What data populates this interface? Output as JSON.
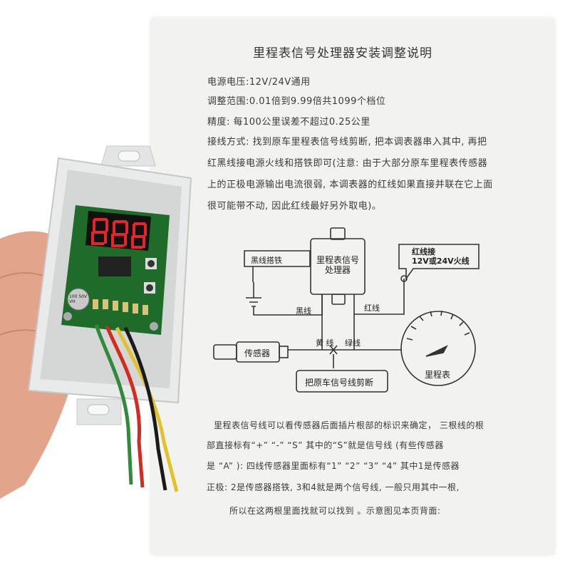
{
  "document": {
    "title": "里程表信号处理器安装调整说明",
    "lines": [
      "电源电压:12V/24V通用",
      "调整范围:0.01倍到9.99倍共1099个档位",
      "精度: 每100公里误差不超过0.25公里",
      "接线方式: 找到原车里程表信号线剪断, 把本调表器串入其中, 再把",
      "红黑线接电源火线和搭铁即可(注意: 由于大部分原车里程表传感器",
      "上的正极电源输出电流很弱, 本调表器的红线如果直接并联在它上面",
      "很可能带不动, 因此红线最好另外取电)。"
    ],
    "footer_lines": [
      "里程表信号线可以看传感器后面插片根部的标识来确定， 三根线的根",
      "部直接标有“+” “-” “S” 其中的“S”就是信号线 (有些传感器",
      "是 “A” ): 四线传感器里面标有“1” “2” “3” “4” 其中1是传感器",
      "正极: 2是传感器搭铁, 3和4就是两个信号线, 一般只用其中一根,",
      "所以在这两根里面找就可以找到 。示意图见本页背面:"
    ]
  },
  "diagram": {
    "processor_label": "里程表信号\n处理器",
    "black_ground_label": "黑线搭铁",
    "red_power_label": "红线接\n12V或24V火线",
    "black_wire": "黑线",
    "red_wire": "红线",
    "yellow_wire": "黄 线",
    "green_wire": "绿线",
    "sensor_label": "传感器",
    "odometer_label": "里程表",
    "cut_label": "把原车信号线剪断"
  },
  "device": {
    "display_digits": "888",
    "capacitor_label": "100 50V VH",
    "display_color": "#e8232a",
    "pcb_color": "#1f6b2a",
    "enclosure_color": "#e9eaea"
  },
  "wires": {
    "colors": [
      "#2f8a3a",
      "#d42a20",
      "#e2c22a",
      "#1a1a1a"
    ]
  }
}
